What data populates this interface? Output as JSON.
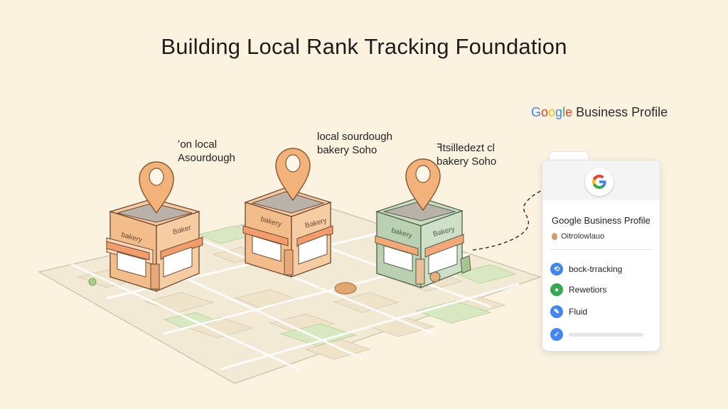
{
  "title": "Building Local Rank Tracking Foundation",
  "queries": [
    {
      "text": "ʻon local\nAsourdough"
    },
    {
      "text": "local sourdough\nbakery Soho"
    },
    {
      "text": "ꟻtsilledezt cl\nbakery Soho"
    }
  ],
  "shops": [
    {
      "awning_sign": "bakery",
      "side_sign": "Baker"
    },
    {
      "awning_sign": "bakery",
      "side_sign": "Bakery"
    },
    {
      "awning_sign": "bakery",
      "side_sign": "Bakery"
    }
  ],
  "gbp_header": {
    "g1": "G",
    "g2": "o",
    "g3": "o",
    "g4": "g",
    "g5": "l",
    "g6": "e",
    "rest": " Business Profile"
  },
  "card": {
    "title": "Google Business Profile",
    "subtitle": "Oitrolowlauo",
    "items": [
      {
        "label": "bock-trracking",
        "color": "#4285F4",
        "icon": "link-icon"
      },
      {
        "label": "Rewetiors",
        "color": "#34A853",
        "icon": "reviews-icon"
      },
      {
        "label": "Fluid",
        "color": "#4285F4",
        "icon": "edit-icon"
      },
      {
        "label": "",
        "color": "#4285F4",
        "icon": "check-icon"
      }
    ]
  },
  "colors": {
    "background": "#fbf3e0",
    "map_block": "#f1e8d2",
    "park": "#d9ebc4",
    "shop_orange": "#f4c296",
    "shop_green": "#c9dcc2",
    "pin": "#f2b27a"
  }
}
